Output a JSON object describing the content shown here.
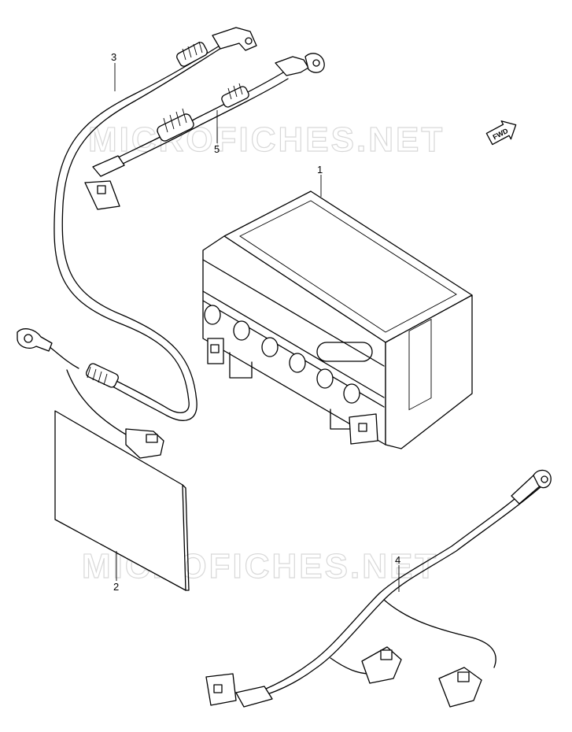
{
  "watermark": {
    "text_top": "MICROFICHES.NET",
    "text_bottom": "MICROFICHES.NET"
  },
  "direction_badge": {
    "label": "FWD",
    "icon": "fwd-arrow-icon"
  },
  "callouts": {
    "battery": "1",
    "manual_sheet": "2",
    "cable_long": "3",
    "harness": "4",
    "cable_short": "5"
  }
}
